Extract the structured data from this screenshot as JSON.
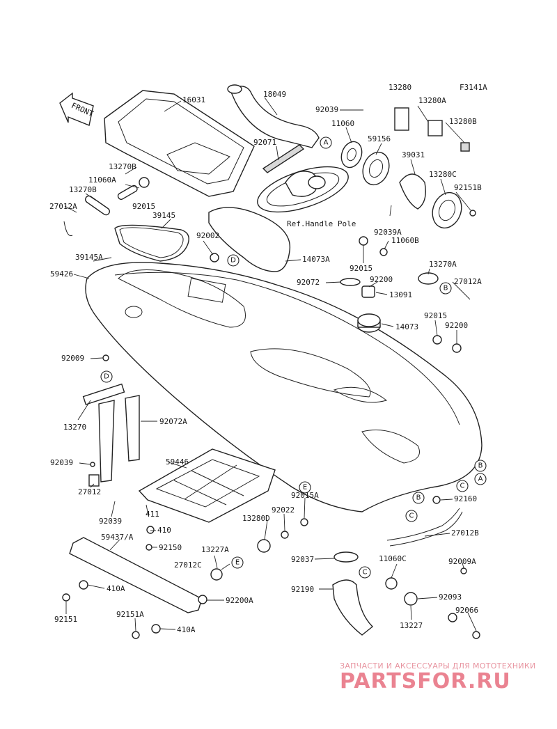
{
  "diagram_code": "F3141A",
  "front_label": "FRONT",
  "ref_note": "Ref.Handle Pole",
  "parts": [
    {
      "id": "16031"
    },
    {
      "id": "18049"
    },
    {
      "id": "92039"
    },
    {
      "id": "11060"
    },
    {
      "id": "59156"
    },
    {
      "id": "13280"
    },
    {
      "id": "13280A"
    },
    {
      "id": "13280B"
    },
    {
      "id": "92071"
    },
    {
      "id": "39031"
    },
    {
      "id": "13280C"
    },
    {
      "id": "92151B"
    },
    {
      "id": "13270B"
    },
    {
      "id": "11060A"
    },
    {
      "id": "13270B"
    },
    {
      "id": "92015"
    },
    {
      "id": "27012A"
    },
    {
      "id": "39145"
    },
    {
      "id": "92002"
    },
    {
      "id": "92039A"
    },
    {
      "id": "11060B"
    },
    {
      "id": "39145A"
    },
    {
      "id": "14073A"
    },
    {
      "id": "59426"
    },
    {
      "id": "92015"
    },
    {
      "id": "13270A"
    },
    {
      "id": "92072"
    },
    {
      "id": "92200"
    },
    {
      "id": "27012A"
    },
    {
      "id": "13091"
    },
    {
      "id": "14073"
    },
    {
      "id": "92015"
    },
    {
      "id": "92200"
    },
    {
      "id": "92009"
    },
    {
      "id": "13270"
    },
    {
      "id": "92072A"
    },
    {
      "id": "92039"
    },
    {
      "id": "59446"
    },
    {
      "id": "27012"
    },
    {
      "id": "92039"
    },
    {
      "id": "411"
    },
    {
      "id": "410"
    },
    {
      "id": "92015A"
    },
    {
      "id": "92022"
    },
    {
      "id": "13280D"
    },
    {
      "id": "92160"
    },
    {
      "id": "59437/A"
    },
    {
      "id": "92150"
    },
    {
      "id": "13227A"
    },
    {
      "id": "27012B"
    },
    {
      "id": "27012C"
    },
    {
      "id": "92037"
    },
    {
      "id": "11060C"
    },
    {
      "id": "92009A"
    },
    {
      "id": "410A"
    },
    {
      "id": "92200A"
    },
    {
      "id": "92190"
    },
    {
      "id": "92093"
    },
    {
      "id": "92151"
    },
    {
      "id": "92151A"
    },
    {
      "id": "410A"
    },
    {
      "id": "13227"
    },
    {
      "id": "92066"
    }
  ],
  "callouts": [
    "A",
    "D",
    "D",
    "B",
    "C",
    "B",
    "A",
    "B",
    "C",
    "E",
    "E",
    "C"
  ],
  "watermark": {
    "tagline": "ЗАПЧАСТИ И АКСЕССУАРЫ ДЛЯ МОТОТЕХНИКИ",
    "logo": "PARTSFOR.RU"
  }
}
